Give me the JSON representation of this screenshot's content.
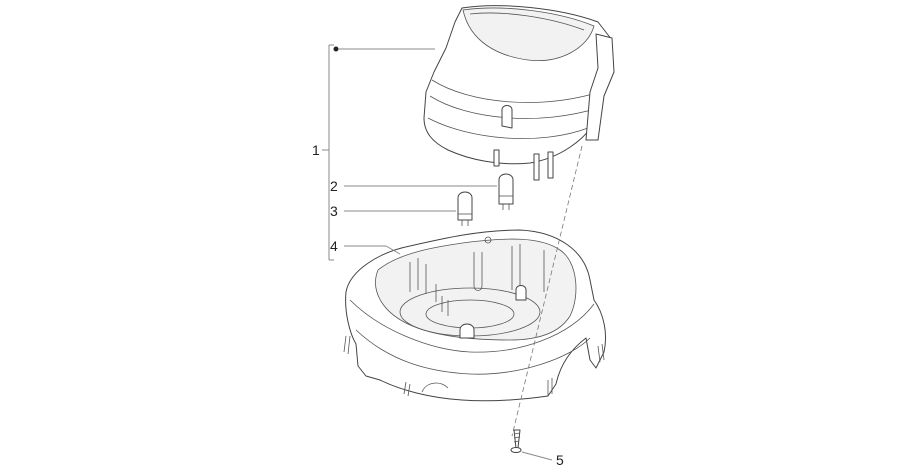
{
  "callouts": {
    "item1": "1",
    "item2": "2",
    "item3": "3",
    "item4": "4",
    "item5": "5"
  },
  "colors": {
    "line": "#444444",
    "leader": "#8a8a8a",
    "text": "#222222"
  }
}
